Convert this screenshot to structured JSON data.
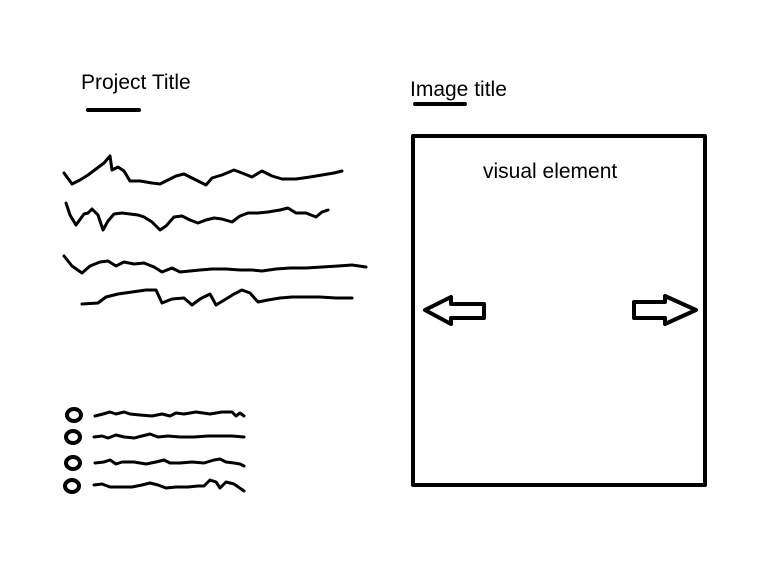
{
  "left_panel": {
    "title": "Project Title",
    "description_icon": "scribbled-text-lines",
    "list": {
      "bullet_icon": "circle-bullet-icon",
      "item_icon": "scribbled-text-line"
    }
  },
  "right_panel": {
    "title": "Image title",
    "frame": {
      "label": "visual element",
      "prev_icon": "arrow-left-icon",
      "next_icon": "arrow-right-icon"
    }
  },
  "colors": {
    "ink": "#000000",
    "background": "#ffffff"
  }
}
